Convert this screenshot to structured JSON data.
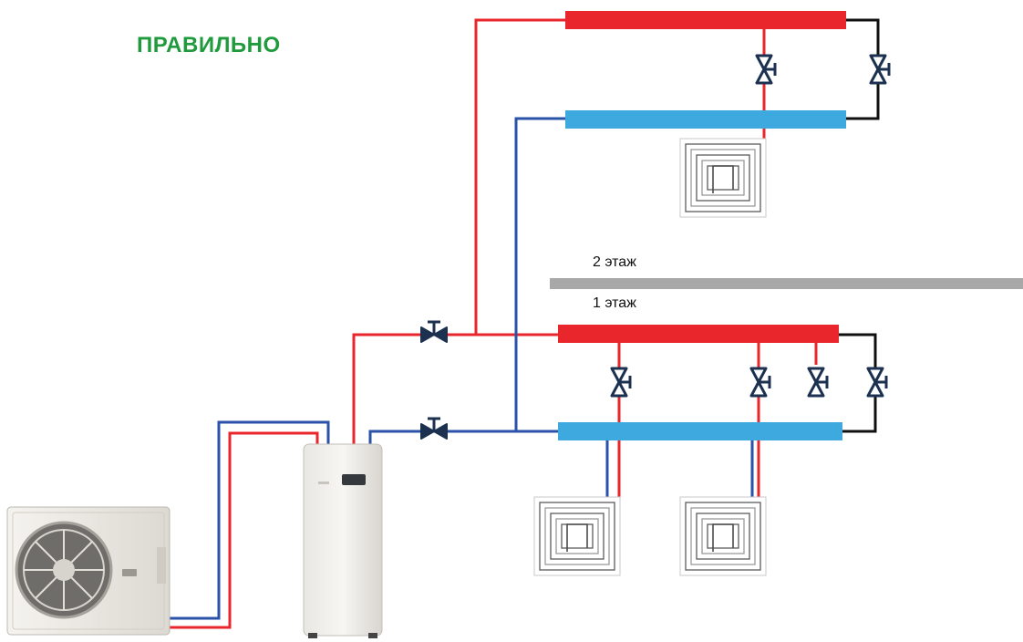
{
  "title": "ПРАВИЛЬНО",
  "floors": {
    "upper": "2 этаж",
    "lower": "1 этаж"
  },
  "colors": {
    "title": "#1f9a3c",
    "supply": "#e8262b",
    "return": "#3da9de",
    "pipe_return": "#2a52a8",
    "valve": "#1c3050",
    "floor_slab": "#a8a8a8"
  }
}
